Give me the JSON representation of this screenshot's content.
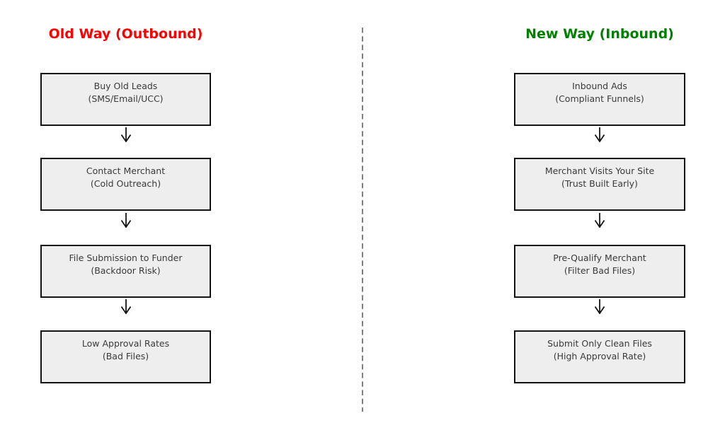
{
  "diagram": {
    "divider": {
      "color": "#7f7f7f",
      "style": "dashed-vertical"
    },
    "colors": {
      "box_fill": "#eeeeee",
      "box_border": "#141414",
      "box_text": "#3a3a3a",
      "arrow": "#141414"
    },
    "columns": [
      {
        "id": "old-way",
        "title": "Old Way (Outbound)",
        "title_color": "#ff0000",
        "steps": [
          {
            "line1": "Buy Old Leads",
            "line2": "(SMS/Email/UCC)"
          },
          {
            "line1": "Contact Merchant",
            "line2": "(Cold Outreach)"
          },
          {
            "line1": "File Submission to Funder",
            "line2": "(Backdoor Risk)"
          },
          {
            "line1": "Low Approval Rates",
            "line2": "(Bad Files)"
          }
        ]
      },
      {
        "id": "new-way",
        "title": "New Way (Inbound)",
        "title_color": "#008000",
        "steps": [
          {
            "line1": "Inbound Ads",
            "line2": "(Compliant Funnels)"
          },
          {
            "line1": "Merchant Visits Your Site",
            "line2": "(Trust Built Early)"
          },
          {
            "line1": "Pre-Qualify Merchant",
            "line2": "(Filter Bad Files)"
          },
          {
            "line1": "Submit Only Clean Files",
            "line2": "(High Approval Rate)"
          }
        ]
      }
    ]
  }
}
